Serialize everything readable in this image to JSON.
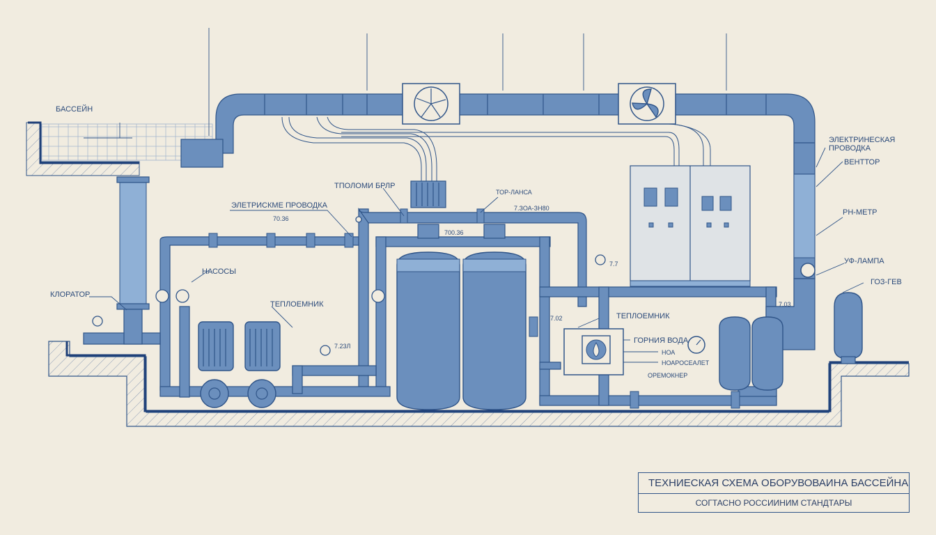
{
  "labels": {
    "pool": "БАССЕЙН",
    "chlorinator": "КЛОРАТОР",
    "pumps": "НАСОСЫ",
    "heat_exchanger_left": "ТЕПЛОЕМНИК",
    "electrical_wiring_left": "ЭЛЕТРИСКМЕ ПРОВОДКА",
    "top_filter": "ТПОЛОМИ БРЛР",
    "top_right_1": "ТОР-ЛАНСА",
    "top_right_2": "7.ЗОА-ЗН80",
    "value_7036": "70.36",
    "value_7006": "700.36",
    "value_1237": "7.23Л",
    "value_7027": "7.7",
    "value_7002": "7.02",
    "value_7003": "7.03",
    "heat_exchanger_right": "ТЕПЛОЕМНИК",
    "hot_water": "ГОРНИЯ ВОДА",
    "hot_sub1": "НОА",
    "hot_sub2": "НОАРОСЕАЛЕТ",
    "hot_sub3": "ОРЕМОКНЕР",
    "electrical_wiring_right": "ЭЛЕКТРИНЕСКАЯ ПРОВОДКА",
    "ventilator": "ВЕНТТОР",
    "ph_meter": "РН-МЕТР",
    "uv_lamp": "УФ-ЛАМПА",
    "gas_heater": "ГОЗ-ГЕВ"
  },
  "title_block": {
    "line1": "ТЕХНИЕСКАЯ СХЕМА ОБОРУВОВАИНА БАССЕЙНА",
    "line2": "СОГТАСНО РОССИИНИМ СТАНДТАРЫ"
  },
  "colors": {
    "paper": "#f1ece0",
    "pipe": "#6b8fbd",
    "line": "#2f5488",
    "text": "#2b4a7a"
  }
}
